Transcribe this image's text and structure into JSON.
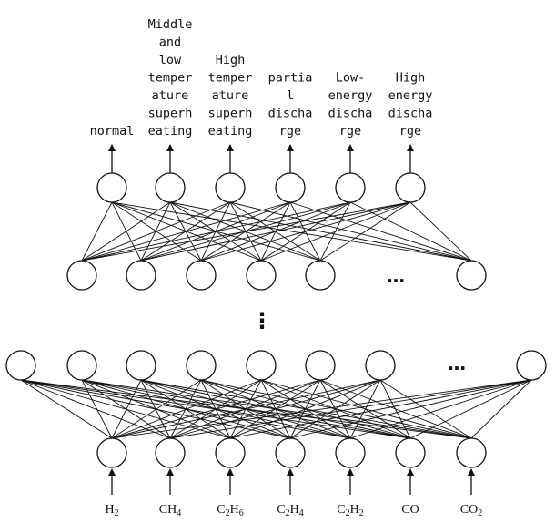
{
  "output_labels": [
    [
      "normal"
    ],
    [
      "Middle",
      "and",
      "low",
      "temper",
      "ature",
      "superh",
      "eating"
    ],
    [
      "High",
      "temper",
      "ature",
      "superh",
      "eating"
    ],
    [
      "partia",
      "l",
      "discha",
      "rge"
    ],
    [
      "Low-",
      "energy",
      "discha",
      "rge"
    ],
    [
      "High",
      "energy",
      "discha",
      "rge"
    ]
  ],
  "input_labels": [
    [
      {
        "t": "H"
      },
      {
        "t": "2",
        "sub": true
      }
    ],
    [
      {
        "t": "CH"
      },
      {
        "t": "4",
        "sub": true
      }
    ],
    [
      {
        "t": "C"
      },
      {
        "t": "2",
        "sub": true
      },
      {
        "t": "H"
      },
      {
        "t": "6",
        "sub": true
      }
    ],
    [
      {
        "t": "C"
      },
      {
        "t": "2",
        "sub": true
      },
      {
        "t": "H"
      },
      {
        "t": "4",
        "sub": true
      }
    ],
    [
      {
        "t": "C"
      },
      {
        "t": "2",
        "sub": true
      },
      {
        "t": "H"
      },
      {
        "t": "2",
        "sub": true
      }
    ],
    [
      {
        "t": "CO"
      }
    ],
    [
      {
        "t": "CO"
      },
      {
        "t": "2",
        "sub": true
      }
    ]
  ],
  "ellipsis_horizontal": "…",
  "ellipsis_vertical": "⋮"
}
